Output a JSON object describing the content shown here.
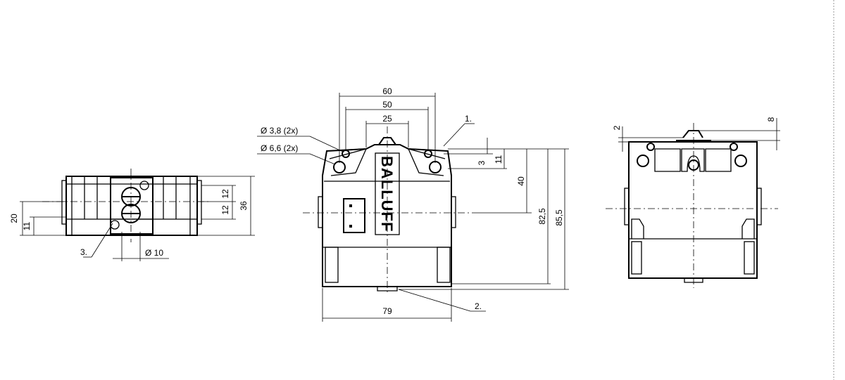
{
  "dimensions": {
    "width_60": "60",
    "width_50": "50",
    "width_25": "25",
    "width_79": "79",
    "hole_small": "Ø 3,8 (2x)",
    "hole_large": "Ø 6,6 (2x)",
    "height_3": "3",
    "height_11_front": "11",
    "height_40": "40",
    "height_82_5": "82,5",
    "height_85_5": "85,5",
    "side_20": "20",
    "side_11": "11",
    "side_12_top": "12",
    "side_12_bottom": "12",
    "side_36": "36",
    "diameter_10": "Ø 10",
    "right_2": "2",
    "right_8": "8"
  },
  "callouts": {
    "c1": "1.",
    "c2": "2.",
    "c3": "3."
  },
  "logo_text": "BALLUFF"
}
